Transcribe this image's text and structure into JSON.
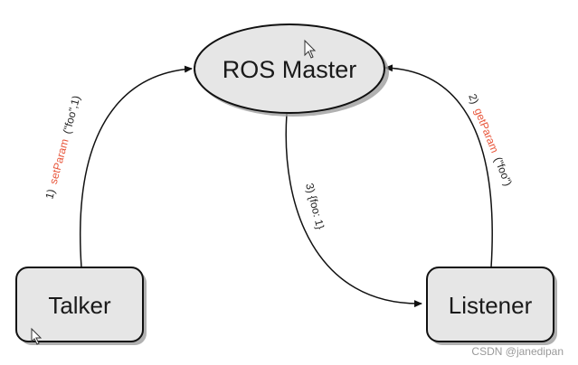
{
  "nodes": {
    "master": {
      "label": "ROS Master"
    },
    "talker": {
      "label": "Talker"
    },
    "listener": {
      "label": "Listener"
    }
  },
  "edges": {
    "set_param": {
      "step": "1)",
      "method": "setParam",
      "args": "(\"foo\",1)"
    },
    "get_param": {
      "step": "2)",
      "method": "getParam",
      "args": "(\"foo\")"
    },
    "reply": {
      "text": "3) {foo: 1}"
    }
  },
  "watermark": "CSDN @janedipan",
  "colors": {
    "node_fill": "#e6e6e6",
    "node_stroke": "#111111",
    "shadow": "#9e9e9e",
    "method_text": "#e8563b"
  }
}
